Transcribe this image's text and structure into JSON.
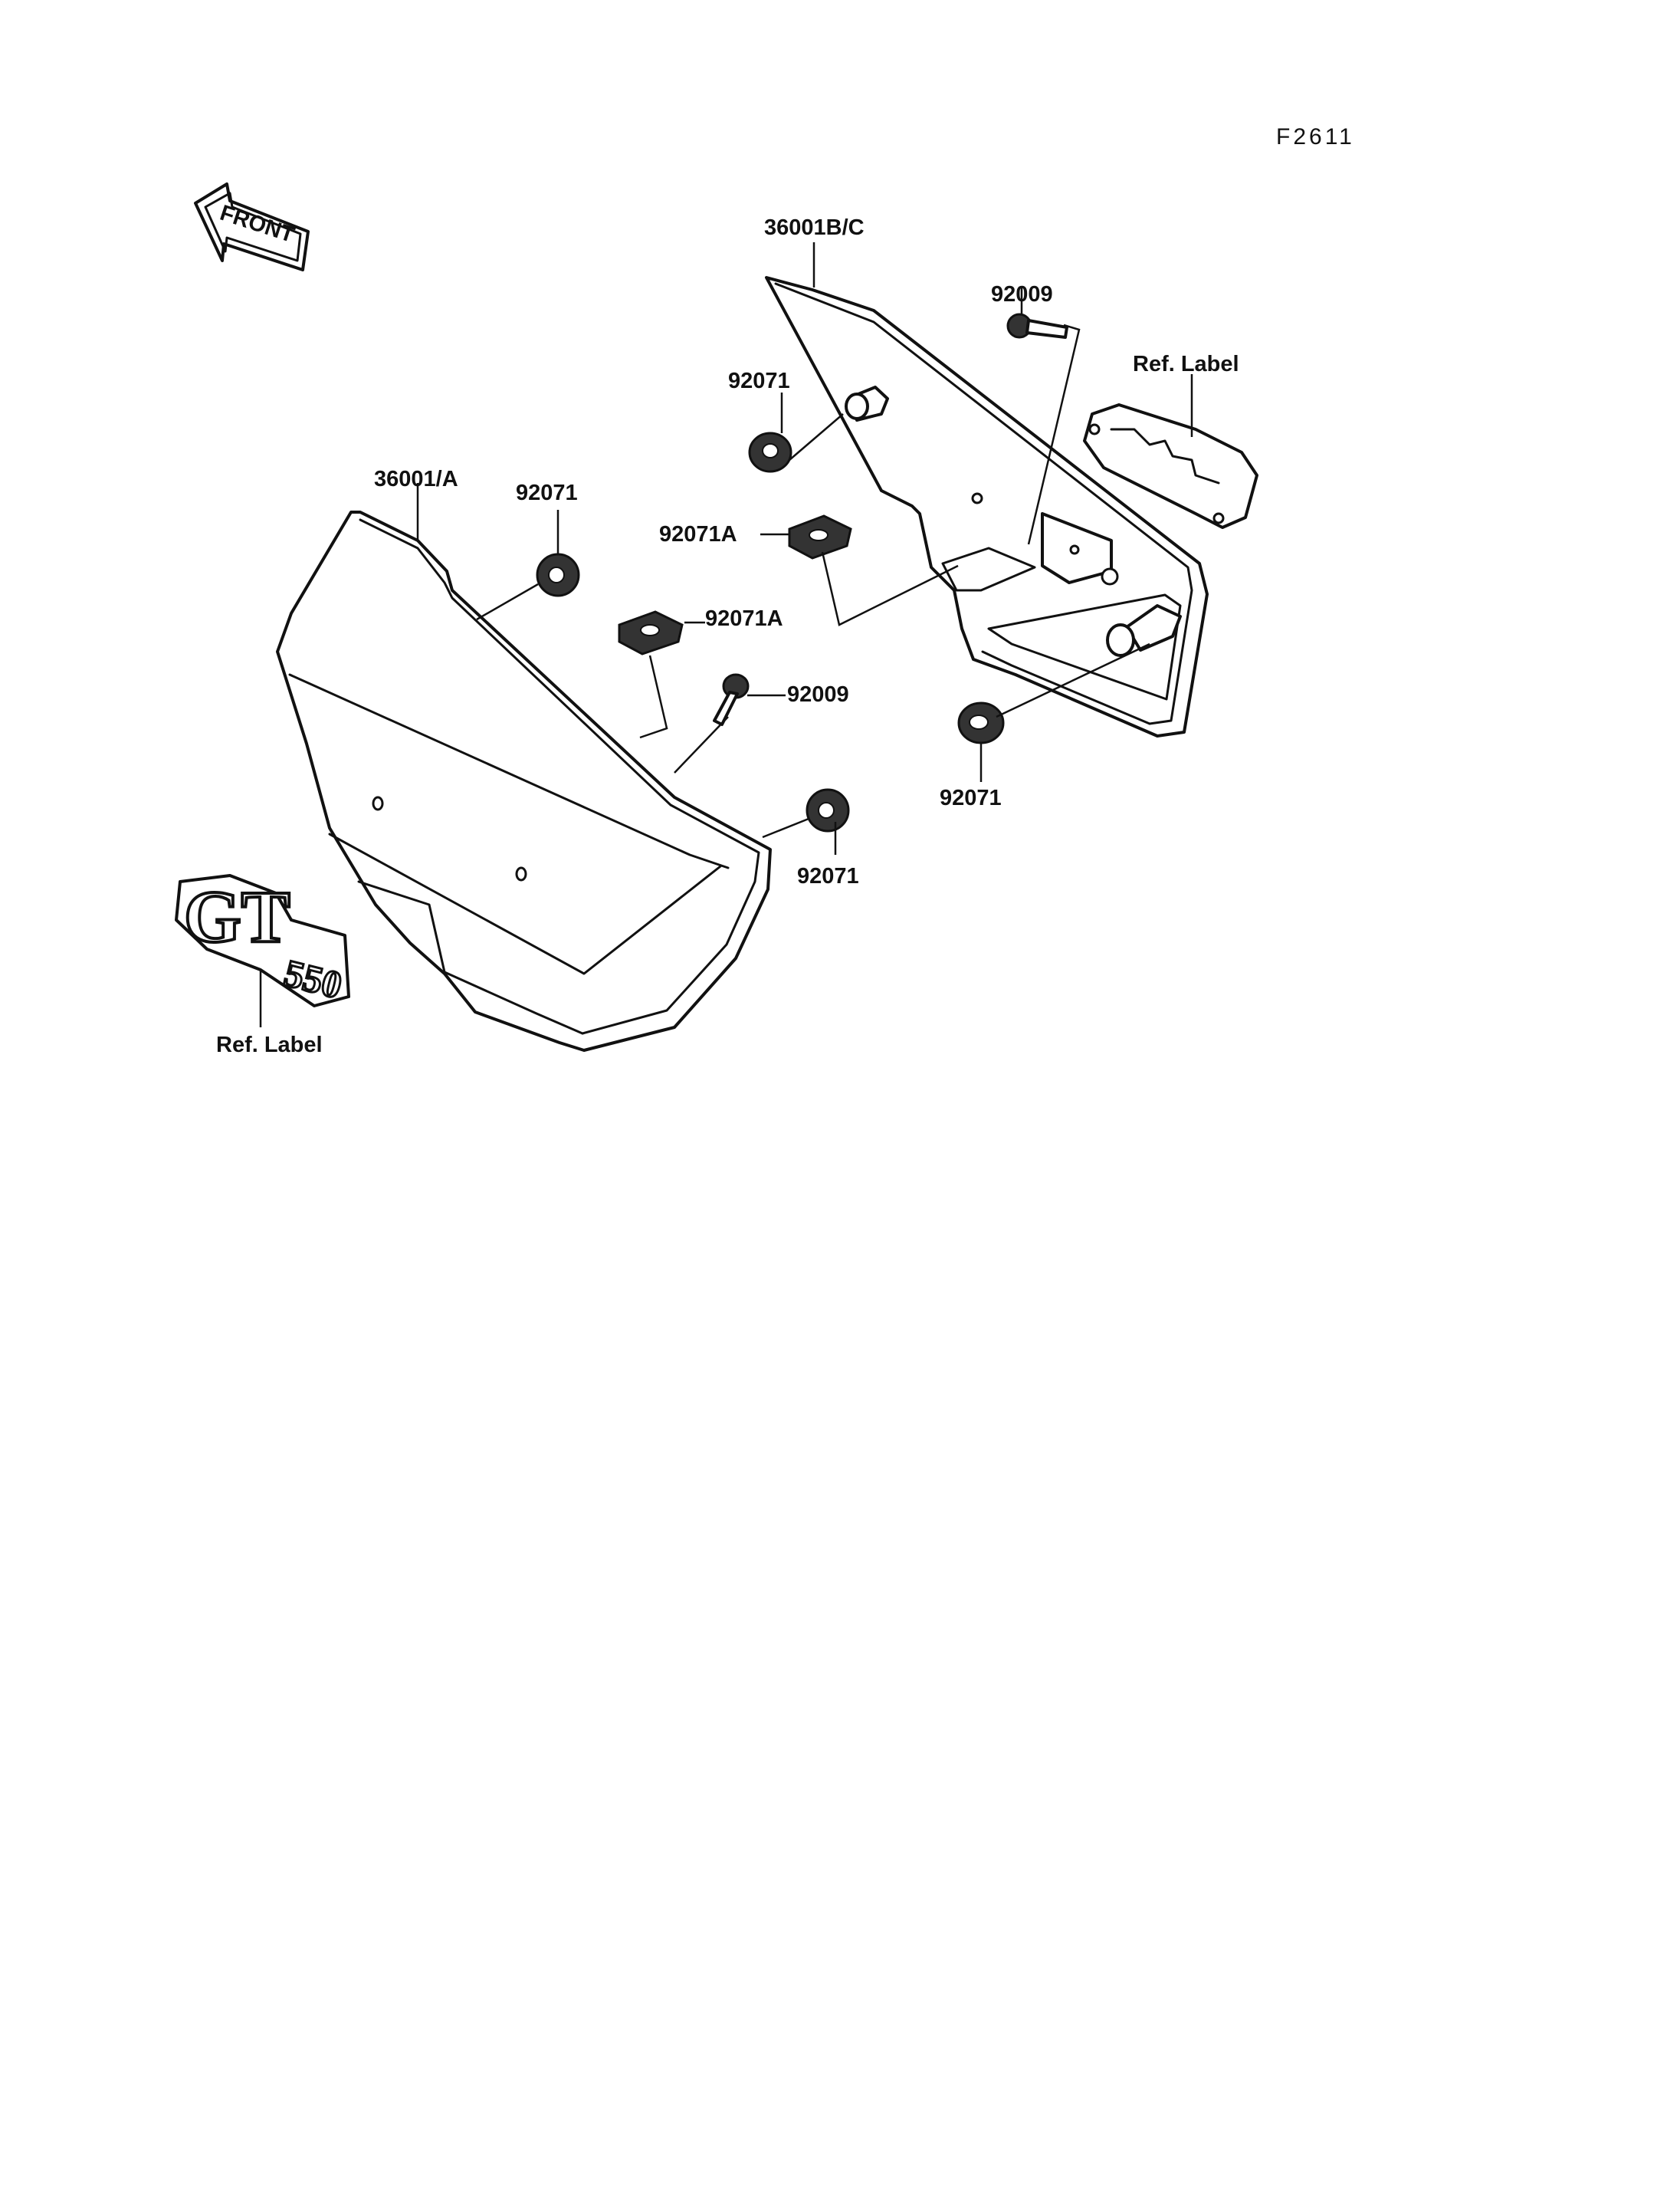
{
  "figure_code": "F2611",
  "front_arrow_label": "FRONT",
  "emblem_text": {
    "letters": "GT",
    "number": "550"
  },
  "callouts": [
    {
      "id": "c1",
      "text": "36001B/C"
    },
    {
      "id": "c2",
      "text": "92009"
    },
    {
      "id": "c3",
      "text": "Ref. Label"
    },
    {
      "id": "c4",
      "text": "92071"
    },
    {
      "id": "c5",
      "text": "92071A"
    },
    {
      "id": "c6",
      "text": "36001/A"
    },
    {
      "id": "c7",
      "text": "92071"
    },
    {
      "id": "c8",
      "text": "92071A"
    },
    {
      "id": "c9",
      "text": "92009"
    },
    {
      "id": "c10",
      "text": "92071"
    },
    {
      "id": "c11",
      "text": "92071"
    },
    {
      "id": "c12",
      "text": "Ref. Label"
    }
  ]
}
